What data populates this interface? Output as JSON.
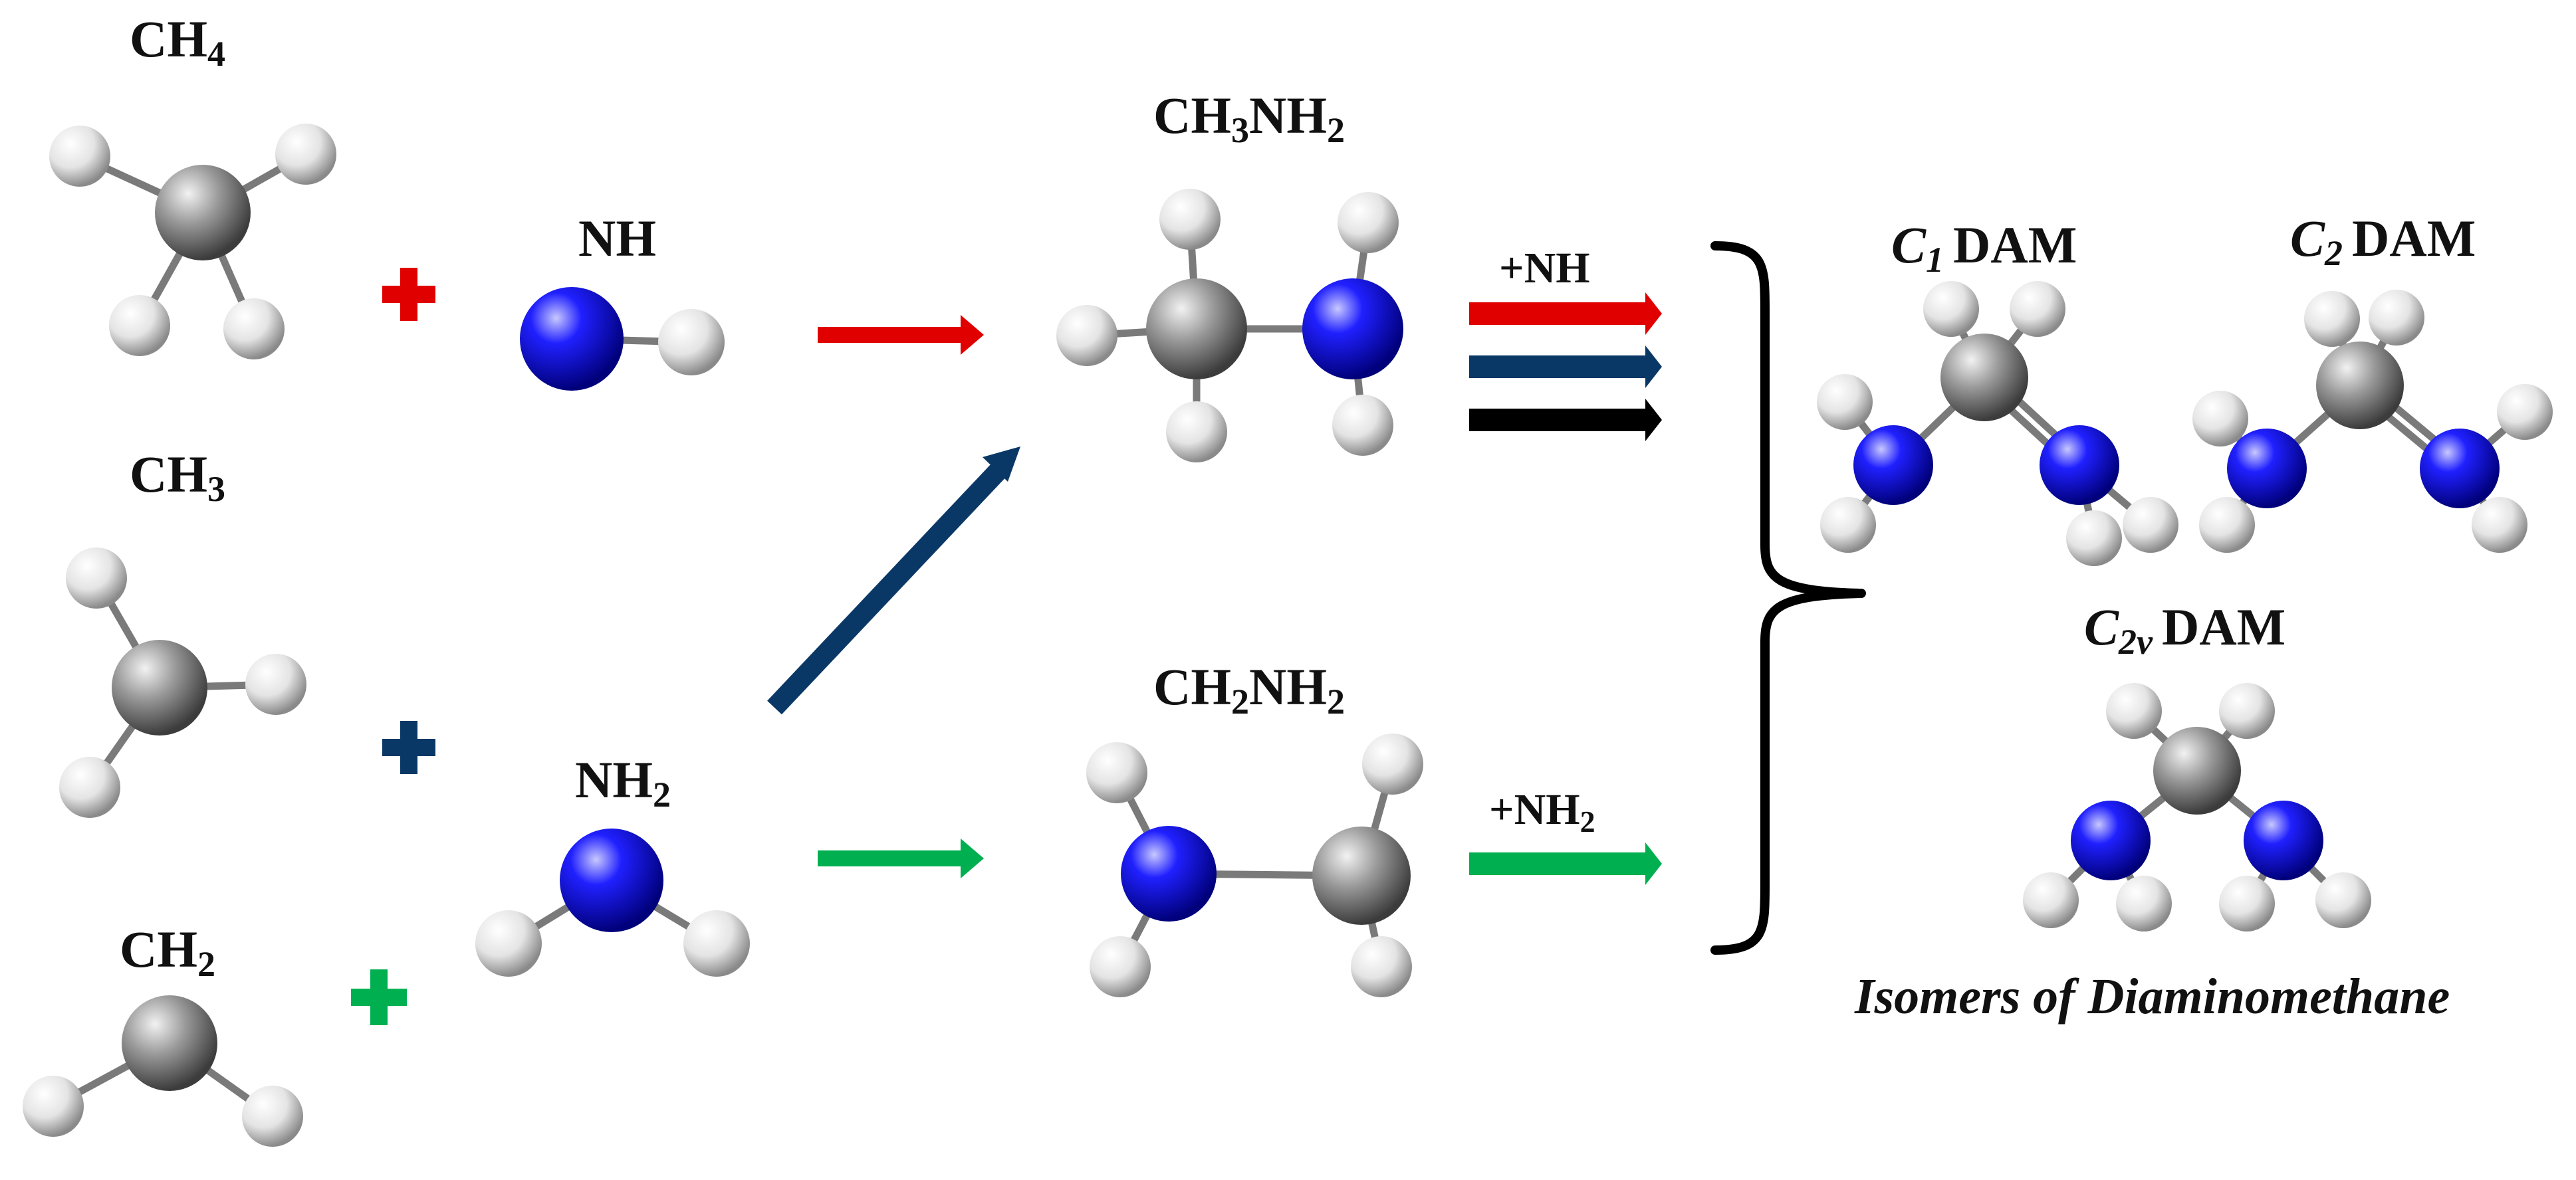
{
  "labels": {
    "ch4": {
      "main": "CH",
      "sub": "4"
    },
    "ch3": {
      "main": "CH",
      "sub": "3"
    },
    "ch2": {
      "main": "CH",
      "sub": "2"
    },
    "nh": {
      "main": "NH"
    },
    "nh2": {
      "main": "NH",
      "sub": "2"
    },
    "ch3nh2": {
      "a": "CH",
      "a_sub": "3",
      "b": "NH",
      "b_sub": "2"
    },
    "ch2nh2": {
      "a": "CH",
      "a_sub": "2",
      "b": "NH",
      "b_sub": "2"
    },
    "plus_nh": "+NH",
    "plus_nh2": {
      "main": "+NH",
      "sub": "2"
    },
    "c1": {
      "sym": "C",
      "sub": "1",
      "rest": "DAM"
    },
    "c2": {
      "sym": "C",
      "sub": "2",
      "rest": "DAM"
    },
    "c2v": {
      "sym": "C",
      "sub": "2v",
      "rest": "DAM"
    },
    "caption": "Isomers of Diaminomethane"
  },
  "colors": {
    "red": "#e00000",
    "navy": "#0a3866",
    "black": "#000000",
    "green": "#00b050",
    "carbon": "#8c8c8c",
    "nitrogen": "#0000d0",
    "hydrogen": "#e6e6e6"
  },
  "icons": {
    "plus": "plus-icon",
    "arrow": "reaction-arrow-icon",
    "brace": "right-curly-brace-icon"
  }
}
